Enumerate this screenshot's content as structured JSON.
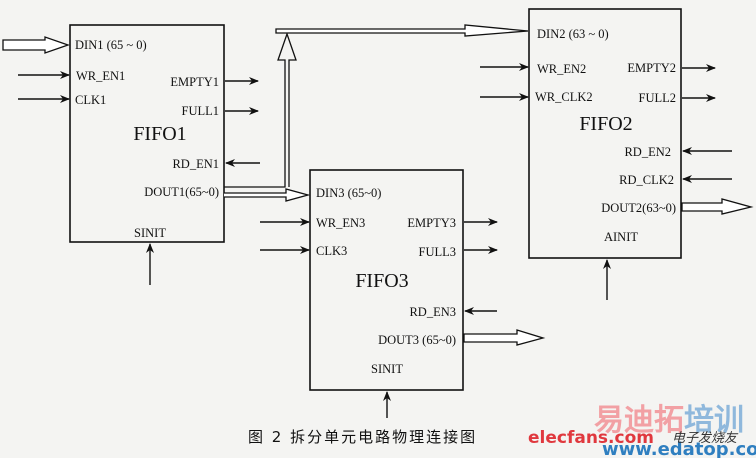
{
  "caption": "图 2 拆分单元电路物理连接图",
  "blocks": {
    "fifo1": {
      "title": "FIFO1",
      "inputs": [
        "DIN1 (65 ~ 0)",
        "WR_EN1",
        "CLK1"
      ],
      "outputs": [
        "EMPTY1",
        "FULL1"
      ],
      "rd_en": "RD_EN1",
      "dout": "DOUT1(65~0)",
      "init": "SINIT"
    },
    "fifo2": {
      "title": "FIFO2",
      "inputs": [
        "DIN2 (63 ~ 0)",
        "WR_EN2",
        "WR_CLK2"
      ],
      "outputs": [
        "EMPTY2",
        "FULL2"
      ],
      "rd_en": "RD_EN2",
      "rd_clk": "RD_CLK2",
      "dout": "DOUT2(63~0)",
      "init": "AINIT"
    },
    "fifo3": {
      "title": "FIFO3",
      "inputs": [
        "DIN3 (65~0)",
        "WR_EN3",
        "CLK3"
      ],
      "outputs": [
        "EMPTY3",
        "FULL3"
      ],
      "rd_en": "RD_EN3",
      "dout": "DOUT3 (65~0)",
      "init": "SINIT"
    }
  },
  "watermark": {
    "cn": "易迪拓培训",
    "site": "elecfans.com",
    "hand": "电子发烧友",
    "url": "www.edatop.com",
    "colors": {
      "red": "#e0383e",
      "blue": "#2f7fc0",
      "light_blue": "#8fb8dc",
      "pink": "#f2a0a4"
    }
  }
}
